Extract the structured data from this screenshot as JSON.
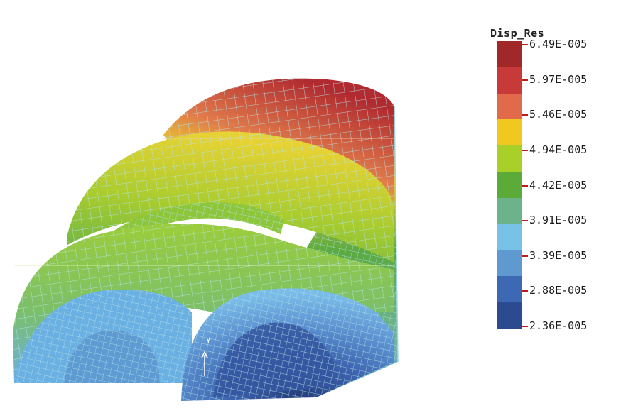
{
  "legend": {
    "title": "Disp_Res",
    "labels": [
      "6.49E-005",
      "5.97E-005",
      "5.46E-005",
      "4.94E-005",
      "4.42E-005",
      "3.91E-005",
      "3.39E-005",
      "2.88E-005",
      "2.36E-005"
    ],
    "colors": [
      "#a02828",
      "#c83a3a",
      "#e06a4a",
      "#f0c820",
      "#a8d028",
      "#5caa38",
      "#6cb28a",
      "#78c2e8",
      "#5e9ad0",
      "#3c68b4",
      "#2c4a90"
    ]
  },
  "axis": {
    "label": "Y"
  },
  "colors": {
    "mesh": "#a6d9de",
    "background": "#ffffff"
  }
}
